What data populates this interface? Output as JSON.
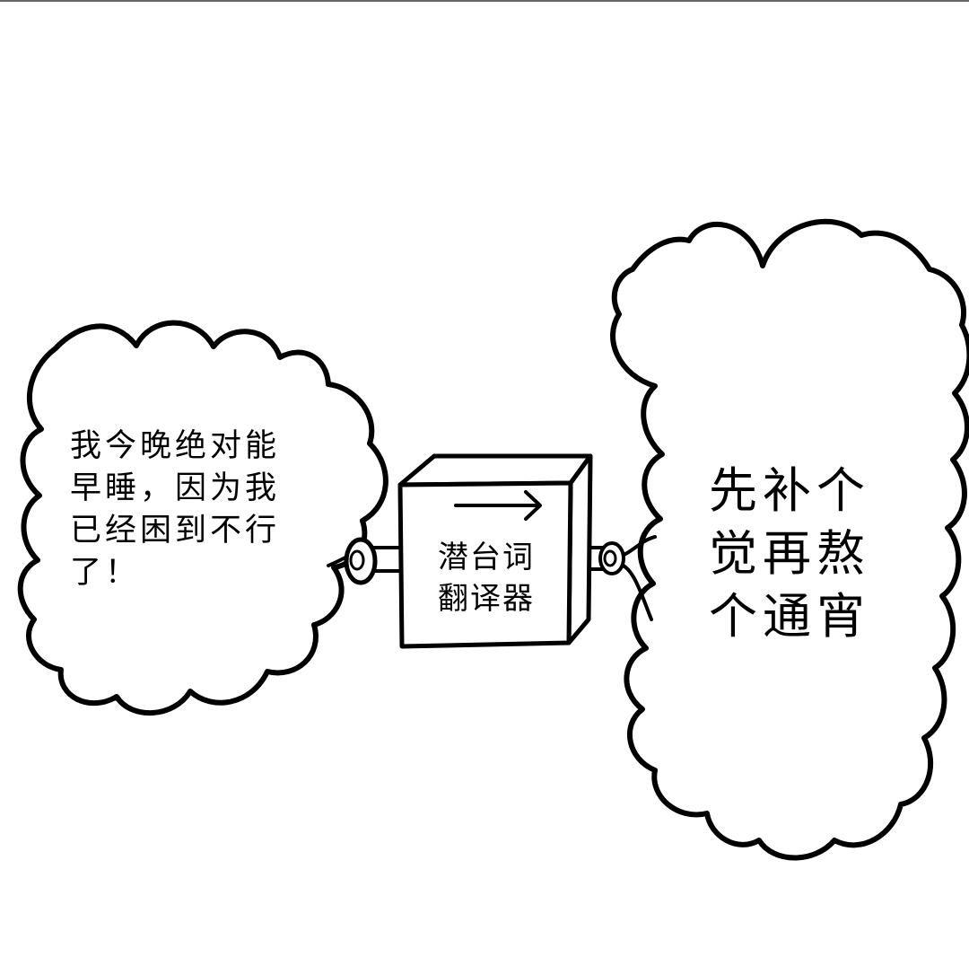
{
  "comic": {
    "input_bubble_text": "我今晚绝对能\n早睡，因为我\n已经困到不行\n了！",
    "device_label": "潜台词\n翻译器",
    "output_bubble_text": "先补个\n觉再熬\n个通宵"
  },
  "colors": {
    "ink": "#000000",
    "paper": "#ffffff",
    "top_rule": "#666666"
  },
  "icons": {
    "device_arrow": "right-arrow-icon"
  }
}
